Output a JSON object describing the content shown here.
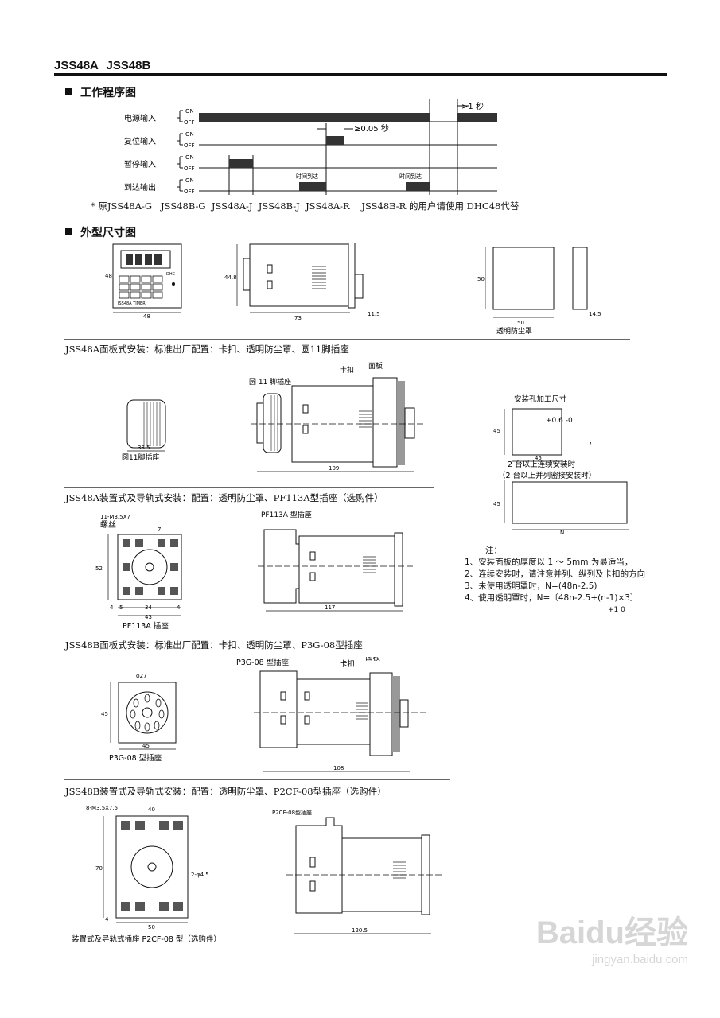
{
  "header": {
    "model_a": "JSS48A",
    "model_b": "JSS48B"
  },
  "timing": {
    "title": "工作程序图",
    "inputs": [
      "电源输入",
      "复位输入",
      "暂停输入",
      "到达输出"
    ],
    "on": "ON",
    "off": "OFF",
    "gt_1s": ">1 秒",
    "ge_005s": "≥0.05 秒",
    "time_reached": "时间到达",
    "footnote": "* 原JSS48A-G   JSS48B-G  JSS48A-J  JSS48B-J  JSS48A-R    JSS48B-R 的用户请使用 DHC48代替"
  },
  "dimensions": {
    "title": "外型尺寸图",
    "front": {
      "height": "48",
      "width": "48",
      "label": "JSS48A TIMER",
      "brand": "DHC"
    },
    "side": {
      "height": "44.8",
      "length": "73",
      "pin": "11.5"
    },
    "cover": {
      "height": "50",
      "width": "50",
      "depth": "14.5",
      "caption": "透明防尘罩"
    },
    "panel_a": {
      "title": "JSS48A面板式安装：标准出厂配置：卡扣、透明防尘罩、圆11脚插座",
      "socket_dim": "33.5",
      "socket_caption": "圆11脚插座",
      "socket_label": "圆 11 脚插座",
      "clip": "卡扣",
      "panel": "面板",
      "length": "109"
    },
    "cutout": {
      "title": "安装孔加工尺寸",
      "dim_45": "45",
      "tol": "+0.6 -0",
      "comma": "，",
      "multi_1": "2 台以上连续安装时",
      "multi_2": "（2 台以上并列密接安装时）",
      "n": "N"
    },
    "notes": {
      "head": "注：",
      "items": [
        "1、安装面板的厚度以 1 ～ 5mm 为最适当，",
        "2、连续安装时，请注意并列、纵列及卡扣的方向",
        "3、未使用透明罩时，N=(48n-2.5)",
        "4、使用透明罩时，N=〔48n-2.5+(n-1)×3〕"
      ],
      "tol": "+1 0"
    },
    "rail_a": {
      "title": "JSS48A装置式及导轨式安装：配置：透明防尘罩、PF113A型插座（选购件）",
      "screw_spec": "11-M3.5X7",
      "screw": "螺丝",
      "dim_7": "7",
      "dim_52": "52",
      "dim_4a": "4",
      "dim_5": "5",
      "dim_34": "34",
      "dim_4b": "4",
      "dim_43": "43",
      "socket_caption": "PF113A 插座",
      "socket_label": "PF113A 型插座",
      "length": "117"
    },
    "panel_b": {
      "title": "JSS48B面板式安装：标准出厂配置：卡扣、透明防尘罩、P3G-08型插座",
      "dia": "φ27",
      "dim_45": "45",
      "dim_45b": "45",
      "socket_caption": "P3G-08 型插座",
      "socket_label": "P3G-08 型插座",
      "clip": "卡扣",
      "panel": "面板",
      "length": "108"
    },
    "rail_b": {
      "title": "JSS48B装置式及导轨式安装：配置：透明防尘罩、P2CF-08型插座（选购件）",
      "screw_spec": "8-M3.5X7.5",
      "dim_40": "40",
      "dim_70": "70",
      "hole": "2-φ4.5",
      "dim_4": "4",
      "dim_50": "50",
      "caption": "装置式及导轨式插座 P2CF-08 型（选购件）",
      "socket_label": "P2CF-08型插座",
      "length": "120.5"
    }
  },
  "watermark": {
    "logo": "Baidu经验",
    "url": "jingyan.baidu.com"
  }
}
